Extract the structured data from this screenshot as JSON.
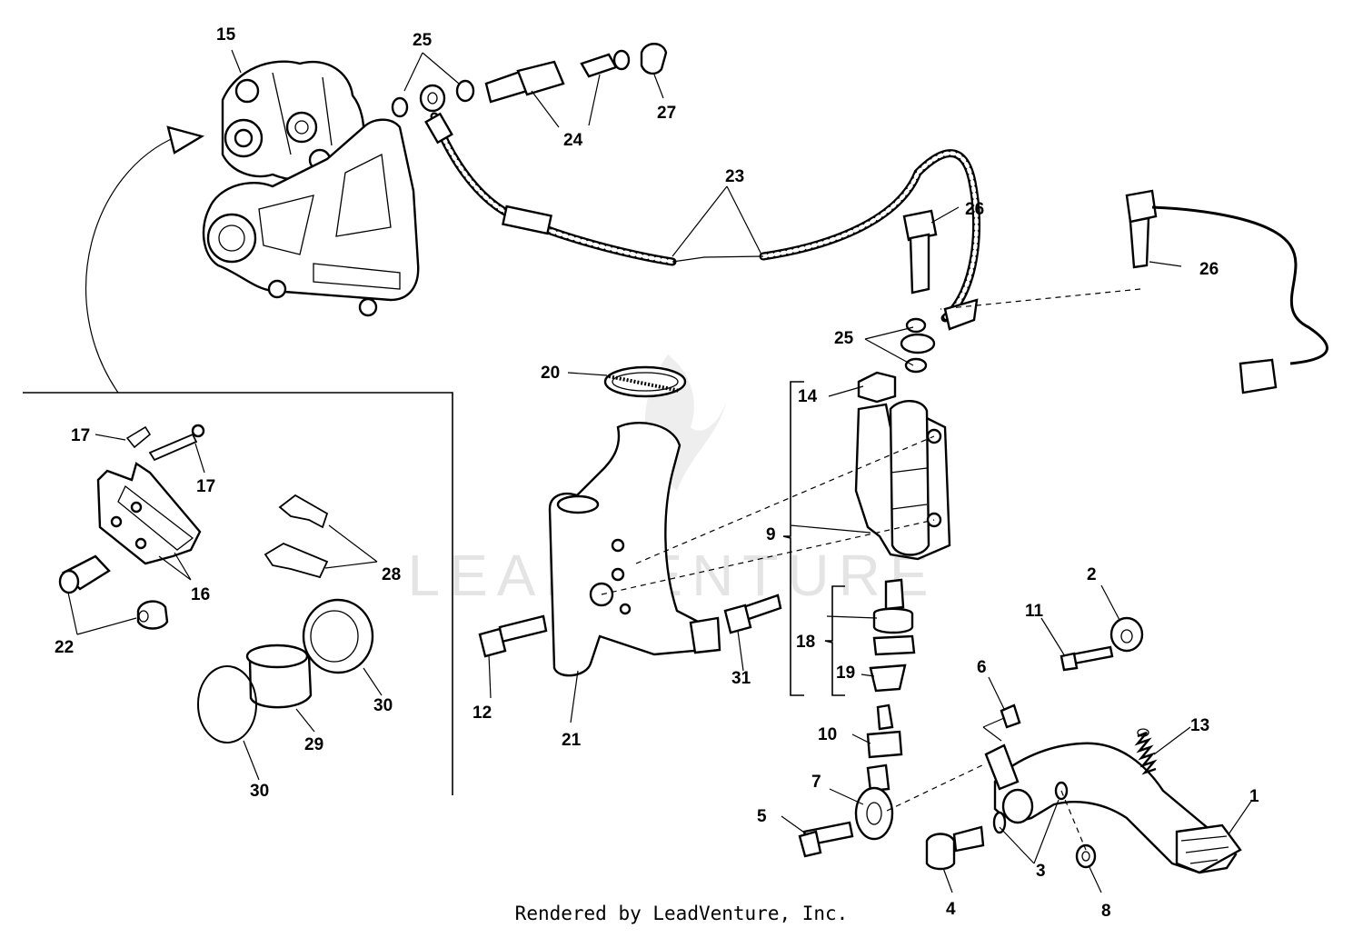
{
  "footer": "Rendered by LeadVenture, Inc.",
  "watermark": "LEADVENTURE",
  "colors": {
    "line": "#000000",
    "background": "#ffffff",
    "watermark": "#cfcfcf"
  },
  "callouts": {
    "c1": "1",
    "c2": "2",
    "c3": "3",
    "c4": "4",
    "c5": "5",
    "c6": "6",
    "c7": "7",
    "c8": "8",
    "c9": "9",
    "c10": "10",
    "c11": "11",
    "c12": "12",
    "c13": "13",
    "c14": "14",
    "c15": "15",
    "c16": "16",
    "c17a": "17",
    "c17b": "17",
    "c18": "18",
    "c19": "19",
    "c20": "20",
    "c21": "21",
    "c22": "22",
    "c23": "23",
    "c24": "24",
    "c25a": "25",
    "c25b": "25",
    "c26a": "26",
    "c26b": "26",
    "c27": "27",
    "c28": "28",
    "c29": "29",
    "c30a": "30",
    "c30b": "30",
    "c31": "31"
  }
}
